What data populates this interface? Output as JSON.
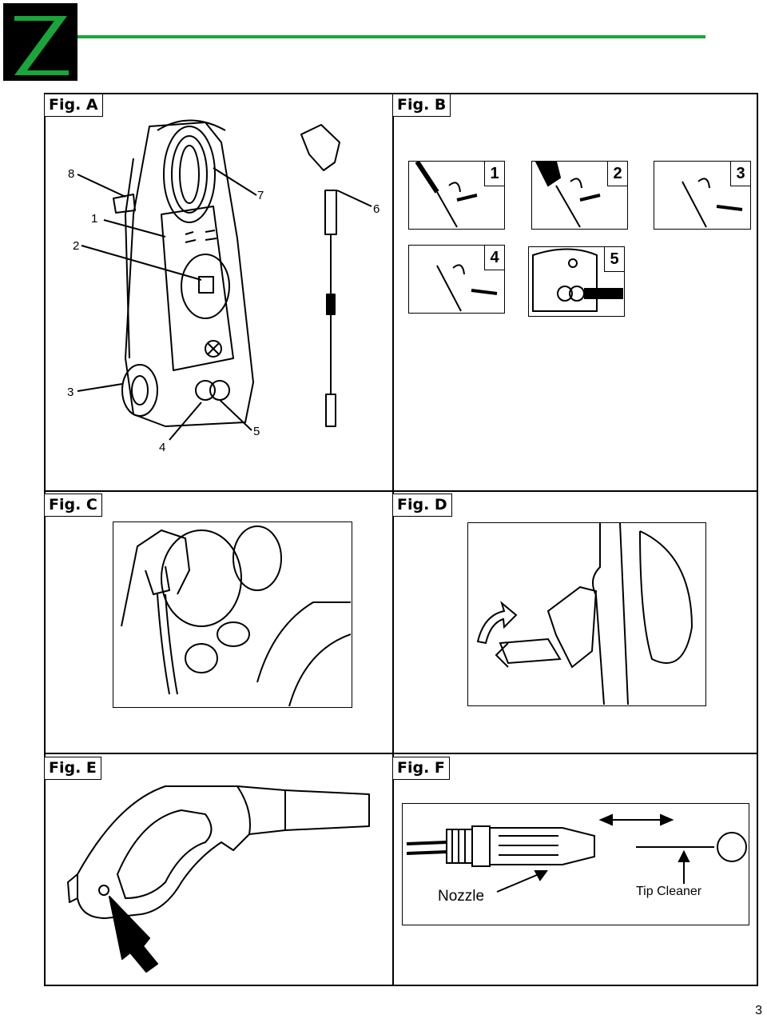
{
  "figures": {
    "a": {
      "label": "Fig. A",
      "callouts": [
        "1",
        "2",
        "3",
        "4",
        "5",
        "6",
        "7",
        "8"
      ]
    },
    "b": {
      "label": "Fig. B",
      "steps": [
        "1",
        "2",
        "3",
        "4",
        "5"
      ]
    },
    "c": {
      "label": "Fig. C"
    },
    "d": {
      "label": "Fig. D"
    },
    "e": {
      "label": "Fig. E"
    },
    "f": {
      "label": "Fig. F",
      "nozzle_label": "Nozzle",
      "tip_cleaner_label": "Tip Cleaner"
    }
  },
  "page_number": "3",
  "colors": {
    "accent": "#1aa53a",
    "logo_bg": "#000000"
  }
}
